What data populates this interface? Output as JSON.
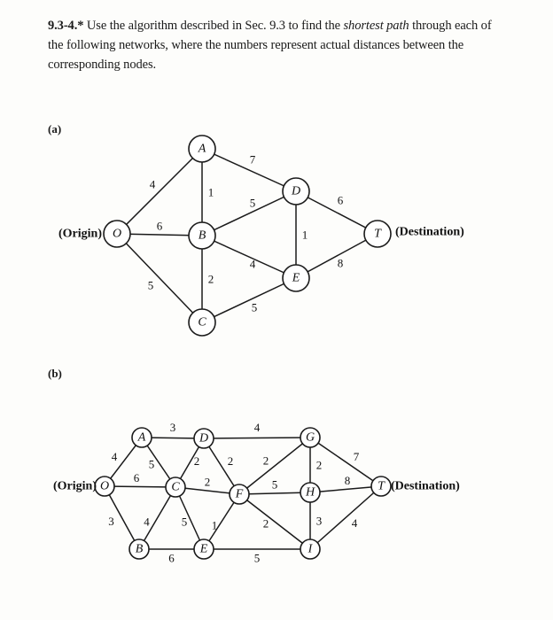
{
  "problem": {
    "number": "9.3-4.*",
    "text_before": "Use the algorithm described in Sec. 9.3 to find the",
    "italic": "shortest path",
    "text_after": "through each of the following networks, where the numbers represent actual distances between the corresponding nodes."
  },
  "parts": [
    {
      "label": "(a)",
      "origin_label": "(Origin)",
      "destination_label": "(Destination)",
      "nodes": [
        "O",
        "A",
        "B",
        "C",
        "D",
        "E",
        "T"
      ],
      "edges": [
        {
          "from": "O",
          "to": "A",
          "weight": "4"
        },
        {
          "from": "O",
          "to": "B",
          "weight": "6"
        },
        {
          "from": "O",
          "to": "C",
          "weight": "5"
        },
        {
          "from": "A",
          "to": "B",
          "weight": "1"
        },
        {
          "from": "A",
          "to": "D",
          "weight": "7"
        },
        {
          "from": "B",
          "to": "C",
          "weight": "2"
        },
        {
          "from": "B",
          "to": "D",
          "weight": "5"
        },
        {
          "from": "B",
          "to": "E",
          "weight": "4"
        },
        {
          "from": "C",
          "to": "E",
          "weight": "5"
        },
        {
          "from": "D",
          "to": "E",
          "weight": "1"
        },
        {
          "from": "D",
          "to": "T",
          "weight": "6"
        },
        {
          "from": "E",
          "to": "T",
          "weight": "8"
        }
      ]
    },
    {
      "label": "(b)",
      "origin_label": "(Origin)",
      "destination_label": "(Destination)",
      "nodes": [
        "O",
        "A",
        "B",
        "C",
        "D",
        "E",
        "F",
        "G",
        "H",
        "I",
        "T"
      ],
      "edges": [
        {
          "from": "O",
          "to": "A",
          "weight": "4"
        },
        {
          "from": "O",
          "to": "C",
          "weight": "6"
        },
        {
          "from": "O",
          "to": "B",
          "weight": "3"
        },
        {
          "from": "A",
          "to": "D",
          "weight": "3"
        },
        {
          "from": "A",
          "to": "C",
          "weight": "5"
        },
        {
          "from": "B",
          "to": "C",
          "weight": "4"
        },
        {
          "from": "B",
          "to": "E",
          "weight": "6"
        },
        {
          "from": "C",
          "to": "D",
          "weight": "2"
        },
        {
          "from": "C",
          "to": "F",
          "weight": "2"
        },
        {
          "from": "C",
          "to": "E",
          "weight": "5"
        },
        {
          "from": "D",
          "to": "G",
          "weight": "4"
        },
        {
          "from": "D",
          "to": "F",
          "weight": "2"
        },
        {
          "from": "E",
          "to": "F",
          "weight": "1"
        },
        {
          "from": "E",
          "to": "I",
          "weight": "5"
        },
        {
          "from": "F",
          "to": "G",
          "weight": "2"
        },
        {
          "from": "F",
          "to": "H",
          "weight": "5"
        },
        {
          "from": "F",
          "to": "I",
          "weight": "2"
        },
        {
          "from": "G",
          "to": "H",
          "weight": "2"
        },
        {
          "from": "G",
          "to": "T",
          "weight": "7"
        },
        {
          "from": "H",
          "to": "T",
          "weight": "8"
        },
        {
          "from": "H",
          "to": "I",
          "weight": "3"
        },
        {
          "from": "I",
          "to": "T",
          "weight": "4"
        }
      ]
    }
  ]
}
